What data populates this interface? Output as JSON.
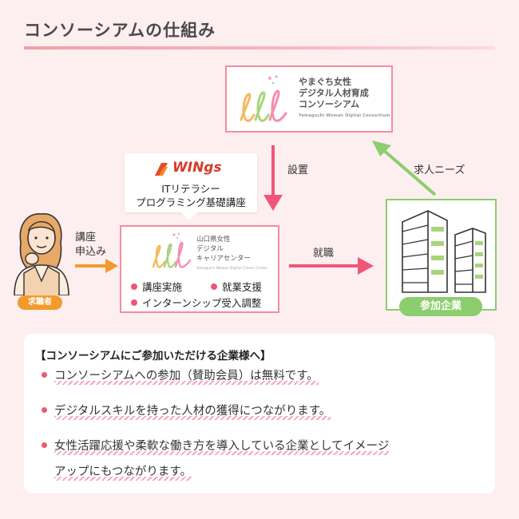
{
  "title": "コンソーシアムの仕組み",
  "consortium_box": {
    "name_line1": "やまぐち女性",
    "name_line2": "デジタル人材育成",
    "name_line3": "コンソーシアム",
    "subtitle": "Yamaguchi Woman Digital Consortium"
  },
  "edges": {
    "setup": "設置",
    "needs": "求人ニーズ",
    "apply_line1": "講座",
    "apply_line2": "申込み",
    "employment": "就職"
  },
  "wings": {
    "brand": "WINgs",
    "course_line1": "ITリテラシー",
    "course_line2": "プログラミング基礎講座"
  },
  "center_box": {
    "name_line1": "山口県女性",
    "name_line2": "デジタル",
    "name_line3": "キャリアセンター",
    "subtitle": "Yamaguchi Woman Digital Career Center",
    "services": [
      "講座実施",
      "就業支援",
      "インターンシップ受入調整"
    ]
  },
  "job_seeker_label": "求職者",
  "participating_label": "参加企業",
  "info": {
    "heading": "【コンソーシアムにご参加いただける企業様へ】",
    "items": [
      "コンソーシアムへの参加（賛助会員）は無料です。",
      "デジタルスキルを持った人材の獲得につながります。",
      "女性活躍応援や柔軟な働き方を導入している企業としてイメージ",
      "アップにもつながります。"
    ]
  },
  "colors": {
    "pink_arrow": "#f05678",
    "green": "#8ccd6e",
    "orange": "#f39a2c",
    "box_border": "#f58ca0"
  }
}
